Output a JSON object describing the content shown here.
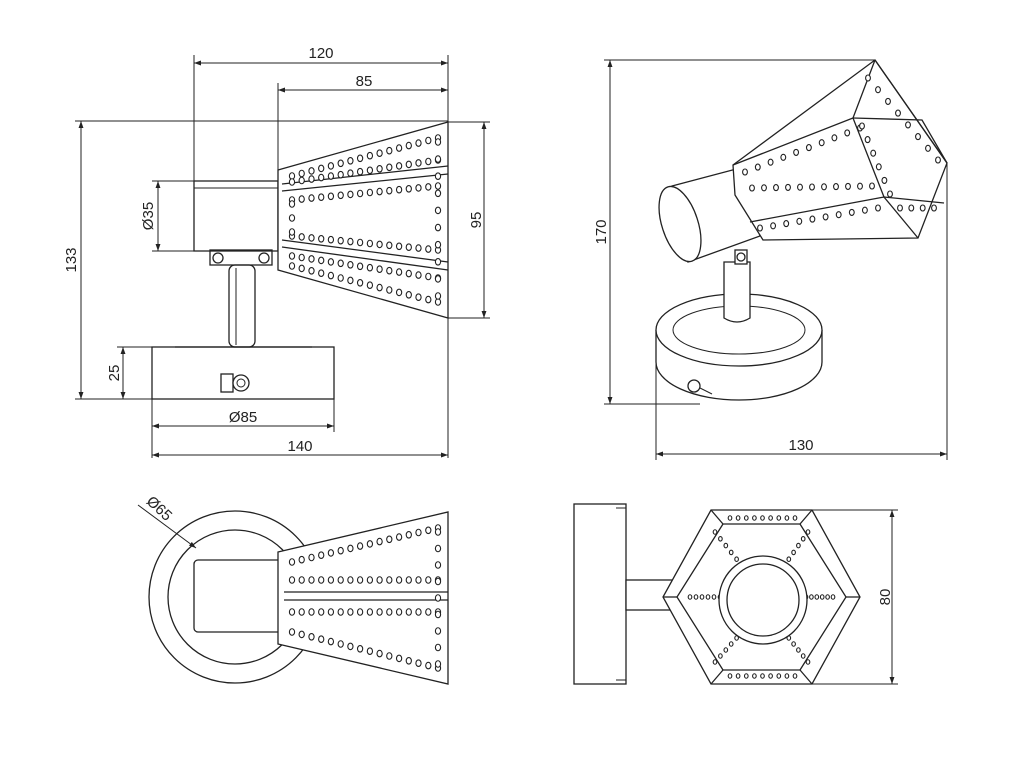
{
  "dimensions": {
    "front": {
      "width_total": "120",
      "shade_length": "85",
      "height_total": "133",
      "arm_diameter": "Ø35",
      "shade_height": "95",
      "base_height": "25",
      "base_diameter": "Ø85",
      "overall_width": "140"
    },
    "perspective": {
      "height": "170",
      "width": "130"
    },
    "top": {
      "base_diameter": "Ø65"
    },
    "side": {
      "shade_width": "80"
    }
  },
  "views": [
    "front-view",
    "perspective-view",
    "top-view",
    "side-view"
  ]
}
